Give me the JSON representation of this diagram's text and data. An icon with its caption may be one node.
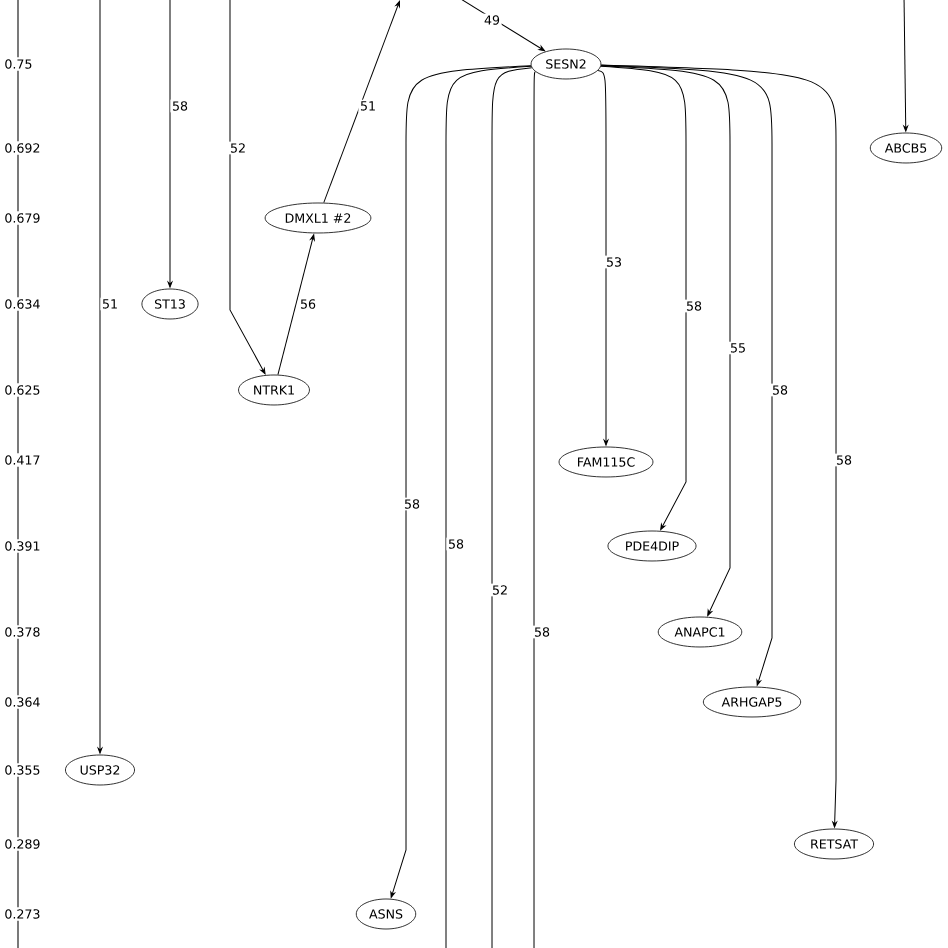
{
  "diagram": {
    "nodes": [
      {
        "text": [
          "SESN2"
        ]
      },
      {
        "text": [
          "ABCB5"
        ]
      },
      {
        "text": [
          "DMXL1 #2"
        ]
      },
      {
        "text": [
          "ST13"
        ]
      },
      {
        "text": [
          "NTRK1"
        ]
      },
      {
        "text": [
          "FAM115C"
        ]
      },
      {
        "text": [
          "PDE4DIP"
        ]
      },
      {
        "text": [
          "ANAPC1"
        ]
      },
      {
        "text": [
          "ARHGAP5"
        ]
      },
      {
        "text": [
          "USP32"
        ]
      },
      {
        "text": [
          "RETSAT"
        ]
      },
      {
        "text": [
          "ASNS"
        ]
      }
    ],
    "edges": [
      {
        "from": null,
        "to": 3,
        "arrow": "to",
        "label": "58"
      },
      {
        "from": null,
        "to": 9,
        "arrow": "to",
        "label": "51"
      },
      {
        "from": null,
        "to": 4,
        "arrow": "to",
        "label": "52"
      },
      {
        "from": 4,
        "to": 2,
        "arrow": "to",
        "label": "56"
      },
      {
        "from": 2,
        "to": null,
        "arrow": "to",
        "label": "51"
      },
      {
        "from": null,
        "to": 0,
        "arrow": "to",
        "label": "49"
      },
      {
        "from": null,
        "to": 1,
        "arrow": "to"
      },
      {
        "from": 0,
        "to": 5,
        "arrow": "to",
        "label": "53"
      },
      {
        "from": 0,
        "to": 6,
        "arrow": "to",
        "label": "58"
      },
      {
        "from": 0,
        "to": 7,
        "arrow": "to",
        "label": "55"
      },
      {
        "from": 0,
        "to": 8,
        "arrow": "to",
        "label": "58"
      },
      {
        "from": 0,
        "to": 10,
        "arrow": "to",
        "label": "58"
      },
      {
        "from": 0,
        "to": 11,
        "arrow": "to",
        "label": "58"
      },
      {
        "from": 0,
        "to": null,
        "arrow": "none",
        "label": "58"
      },
      {
        "from": 0,
        "to": null,
        "arrow": "none",
        "label": "52"
      },
      {
        "from": 0,
        "to": null,
        "arrow": "none",
        "label": "58"
      }
    ],
    "labels": [
      "0.75",
      "0.692",
      "0.679",
      "0.634",
      "0.625",
      "0.417",
      "0.391",
      "0.378",
      "0.364",
      "0.355",
      "0.289",
      "0.273"
    ]
  }
}
